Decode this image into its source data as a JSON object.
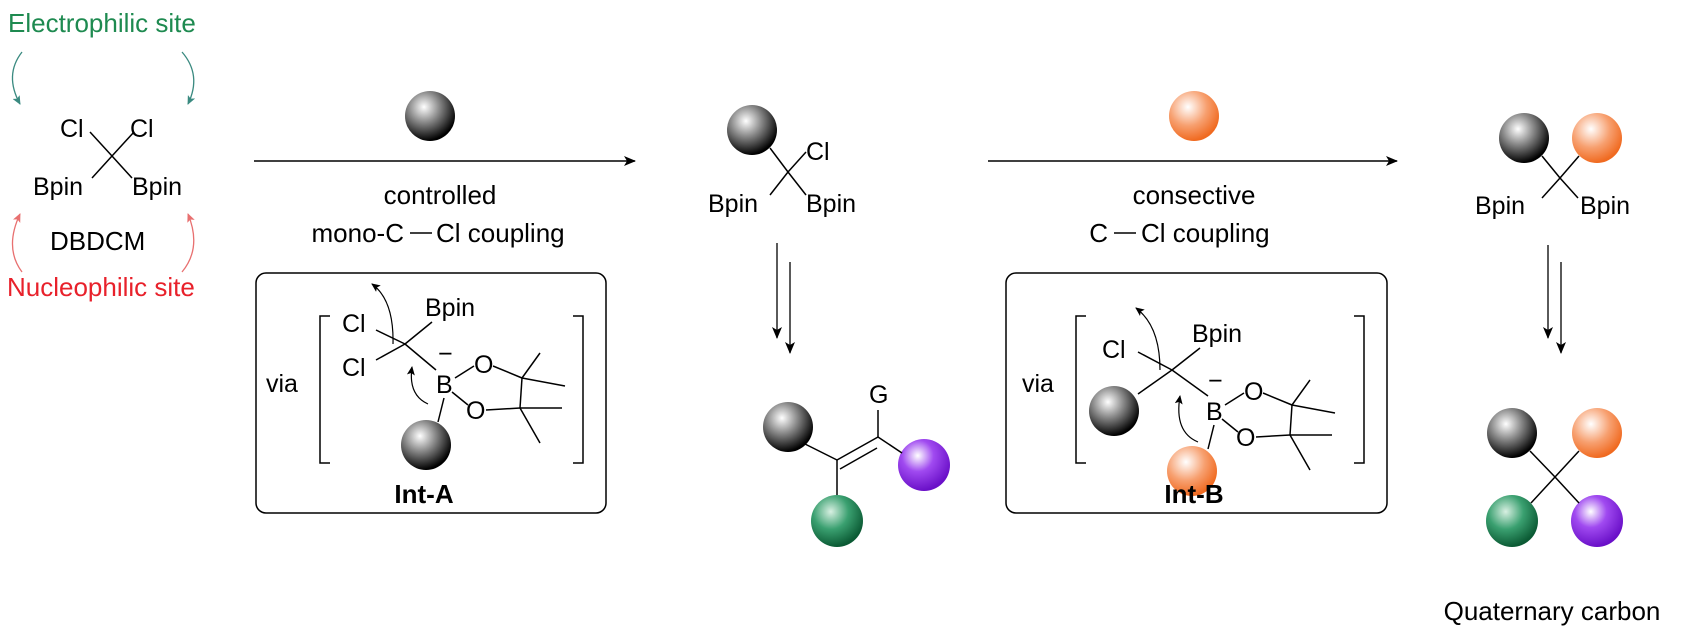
{
  "colors": {
    "electrophilic": "#1e8a50",
    "nucleophilic": "#e8212b",
    "ball_black": "#1a1a1a",
    "ball_orange": "#f07a3a",
    "ball_green": "#1f8a5a",
    "ball_purple": "#8a2be2",
    "electrophilic_arrow": "#3a8a80",
    "nucleophilic_arrow": "#e87070"
  },
  "reagent": {
    "site_top": "Electrophilic site",
    "site_bottom": "Nucleophilic site",
    "name": "DBDCM",
    "cl": "Cl",
    "bpin": "Bpin"
  },
  "step1": {
    "line1": "controlled",
    "line2_pre": "mono-C",
    "line2_post": "Cl coupling",
    "via": "via",
    "intermediate": "Int-A"
  },
  "product1": {
    "cl": "Cl",
    "bpin": "Bpin",
    "g": "G"
  },
  "step2": {
    "line1": "consective",
    "line2_pre": "C",
    "line2_post": "Cl coupling",
    "via": "via",
    "intermediate": "Int-B"
  },
  "product2": {
    "bpin": "Bpin",
    "caption": "Quaternary carbon"
  },
  "atoms": {
    "b": "B",
    "o": "O",
    "minus": "−"
  }
}
